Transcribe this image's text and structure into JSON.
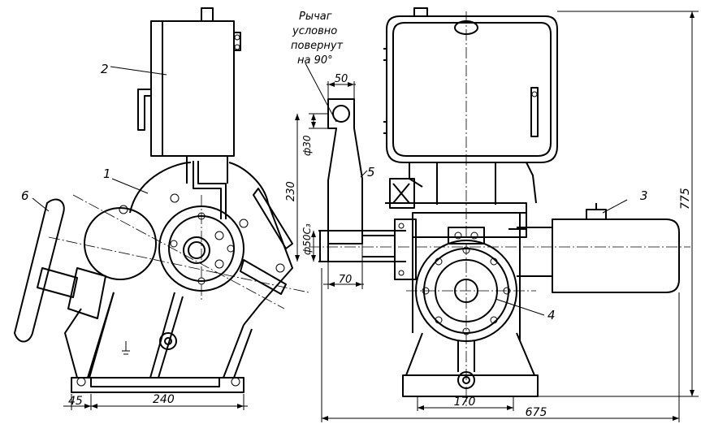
{
  "callouts": {
    "one": "1",
    "two": "2",
    "three": "3",
    "four": "4",
    "five": "5",
    "six": "6"
  },
  "note_lines": [
    "Рычаг",
    "условно",
    "повернут",
    "на 90°"
  ],
  "dimensions": {
    "d45": "45",
    "d240": "240",
    "d50": "50",
    "d70": "70",
    "d170": "170",
    "d675": "675",
    "d775": "775",
    "d230": "230",
    "phi30": "ф30",
    "phi50": "ф50С₃"
  }
}
